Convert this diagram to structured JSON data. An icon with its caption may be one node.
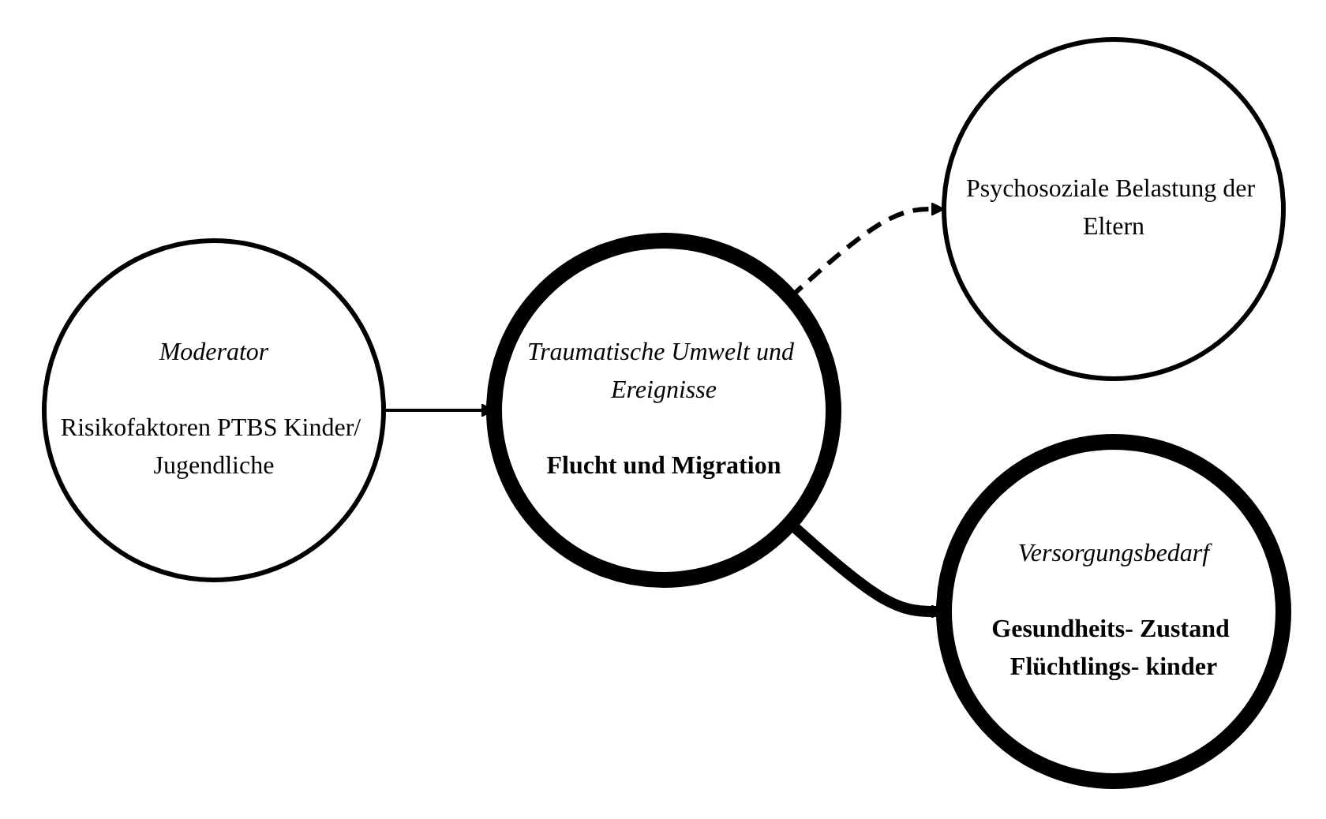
{
  "diagram": {
    "nodes": [
      {
        "text": [
          "Moderator",
          "Risikofaktoren PTBS Kinder/ Jugendliche"
        ]
      },
      {
        "text": [
          "Traumatische Umwelt und Ereignisse",
          "Flucht und Migration"
        ]
      },
      {
        "text": [
          "Psychosoziale Belastung der Eltern"
        ]
      },
      {
        "text": [
          "Versorgungsbedarf",
          "Gesundheits- Zustand Flüchtlings- kinder"
        ]
      }
    ],
    "edges": [
      {
        "from": 0,
        "to": 1,
        "arrow": "to"
      },
      {
        "from": 1,
        "to": 2,
        "arrow": "to",
        "style": "dashed"
      },
      {
        "from": 1,
        "to": 3,
        "arrow": "to",
        "style": "thick"
      }
    ]
  }
}
